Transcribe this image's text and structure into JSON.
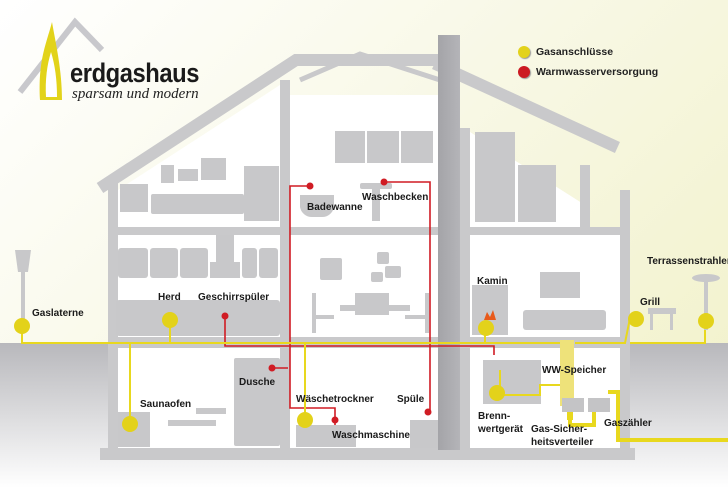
{
  "logo": {
    "title": "erdgashaus",
    "subtitle": "sparsam und modern"
  },
  "legend": [
    {
      "label": "Gasanschlüsse",
      "color": "#e3d21a"
    },
    {
      "label": "Warmwasserversorgung",
      "color": "#cc1a22"
    }
  ],
  "colors": {
    "gas": "#e8d81e",
    "hot_water": "#d01c24",
    "structure": "#c9c9cb",
    "furniture": "#c4c4c6",
    "chimney": "#a9a9ad"
  },
  "labels": {
    "badewanne": "Badewanne",
    "waschbecken": "Waschbecken",
    "gaslaterne": "Gaslaterne",
    "herd": "Herd",
    "geschirrspueler": "Geschirrspüler",
    "kamin": "Kamin",
    "terrassenstrahler": "Terrassenstrahler",
    "grill": "Grill",
    "dusche": "Dusche",
    "saunaofen": "Saunaofen",
    "waeschetrockner": "Wäschetrockner",
    "waschmaschine": "Waschmaschine",
    "spuele": "Spüle",
    "ww_speicher": "WW-Speicher",
    "brennwertgeraet_1": "Brenn-",
    "brennwertgeraet_2": "wertgerät",
    "gas_sicherheitsverteiler_1": "Gas-Sicher-",
    "gas_sicherheitsverteiler_2": "heitsverteiler",
    "gaszaehler": "Gaszähler"
  }
}
